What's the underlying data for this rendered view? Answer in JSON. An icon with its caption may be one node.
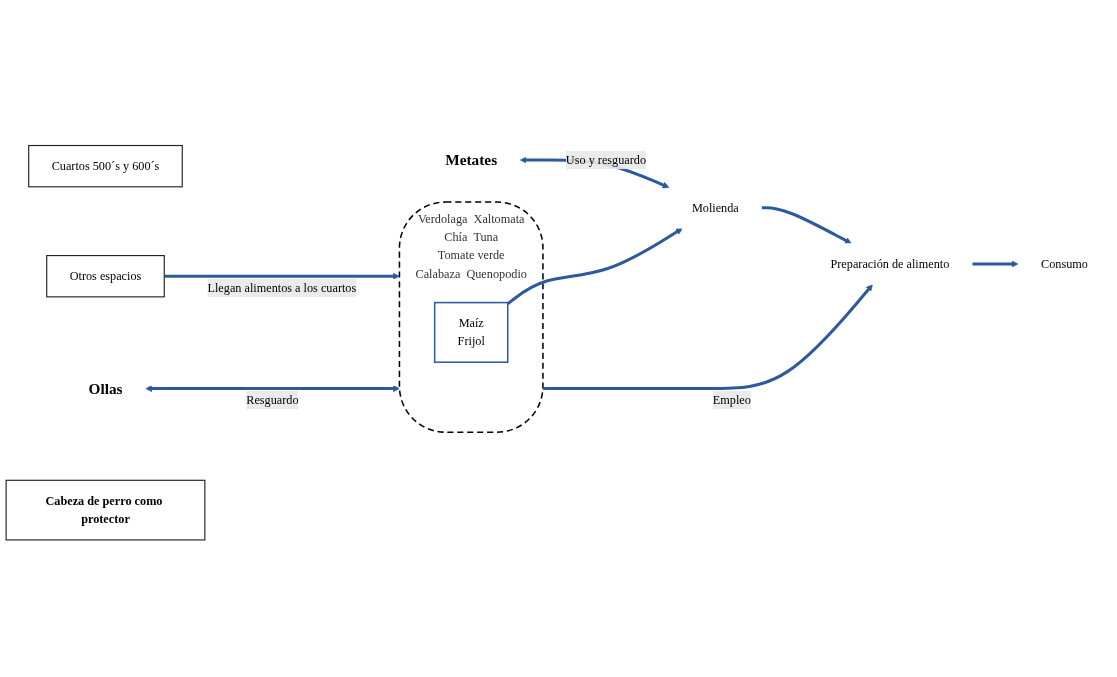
{
  "diagram": {
    "nodes": [
      {
        "text": [
          "Cuartos 500´s y 600´s"
        ]
      },
      {
        "text": [
          "Otros espacios"
        ]
      },
      {
        "text": [
          "Verdolaga",
          "Xaltomata",
          "Chía",
          "Tuna",
          "Tomate verde",
          "Calabaza",
          "Quenopodio"
        ]
      },
      {
        "text": [
          "Maíz",
          "Frijol"
        ],
        "in": 2
      },
      {
        "text": [
          "Ollas"
        ]
      },
      {
        "text": [
          "Metates"
        ]
      },
      {
        "text": [
          "Preparación de alimento"
        ]
      },
      {
        "text": [
          "Consumo"
        ]
      },
      {
        "text": [
          "Molienda"
        ]
      },
      {
        "text": [
          "Cabeza de perro como protector"
        ]
      }
    ],
    "edges": [
      {
        "from": 1,
        "to": 2,
        "arrow": "to",
        "label": "Llegan alimentos a los cuartos"
      },
      {
        "from": 4,
        "to": 2,
        "arrow": "both",
        "label": "Resguardo"
      },
      {
        "from": 2,
        "to": 6,
        "arrow": "to",
        "label": "Empleo"
      },
      {
        "from": 6,
        "to": 7,
        "arrow": "to"
      },
      {
        "from": 5,
        "to": 8,
        "arrow": "both",
        "label": "Uso y resguardo"
      },
      {
        "from": 3,
        "to": 8,
        "arrow": "to"
      },
      {
        "from": 8,
        "to": 6,
        "arrow": "to"
      }
    ]
  }
}
